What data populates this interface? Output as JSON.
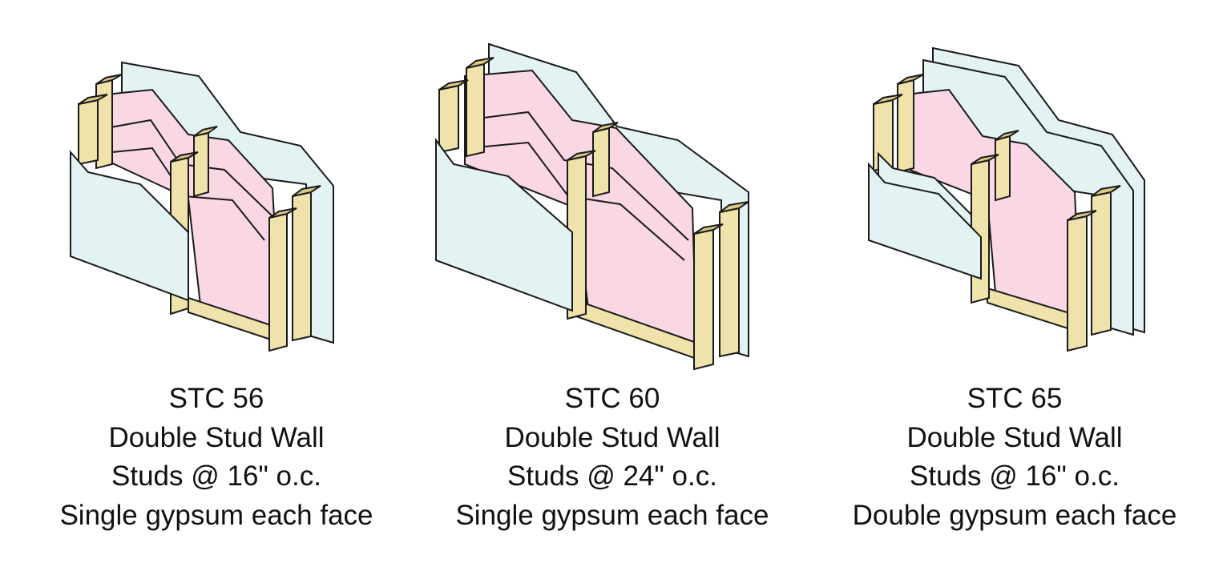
{
  "colors": {
    "gypsum": "#e3f3f3",
    "stud": "#efe2aa",
    "stud_shade": "#d9c88a",
    "insulation": "#f9d7e5",
    "insulation_shade": "#f2c1d6",
    "outline": "#1a1a1a"
  },
  "assemblies": [
    {
      "stc": "STC 56",
      "wall_type": "Double Stud Wall",
      "spacing": "Studs @ 16\" o.c.",
      "gypsum": "Single gypsum each face"
    },
    {
      "stc": "STC 60",
      "wall_type": "Double Stud Wall",
      "spacing": "Studs @ 24\" o.c.",
      "gypsum": "Single gypsum each face"
    },
    {
      "stc": "STC 65",
      "wall_type": "Double Stud Wall",
      "spacing": "Studs @ 16\" o.c.",
      "gypsum": "Double gypsum each face"
    }
  ]
}
